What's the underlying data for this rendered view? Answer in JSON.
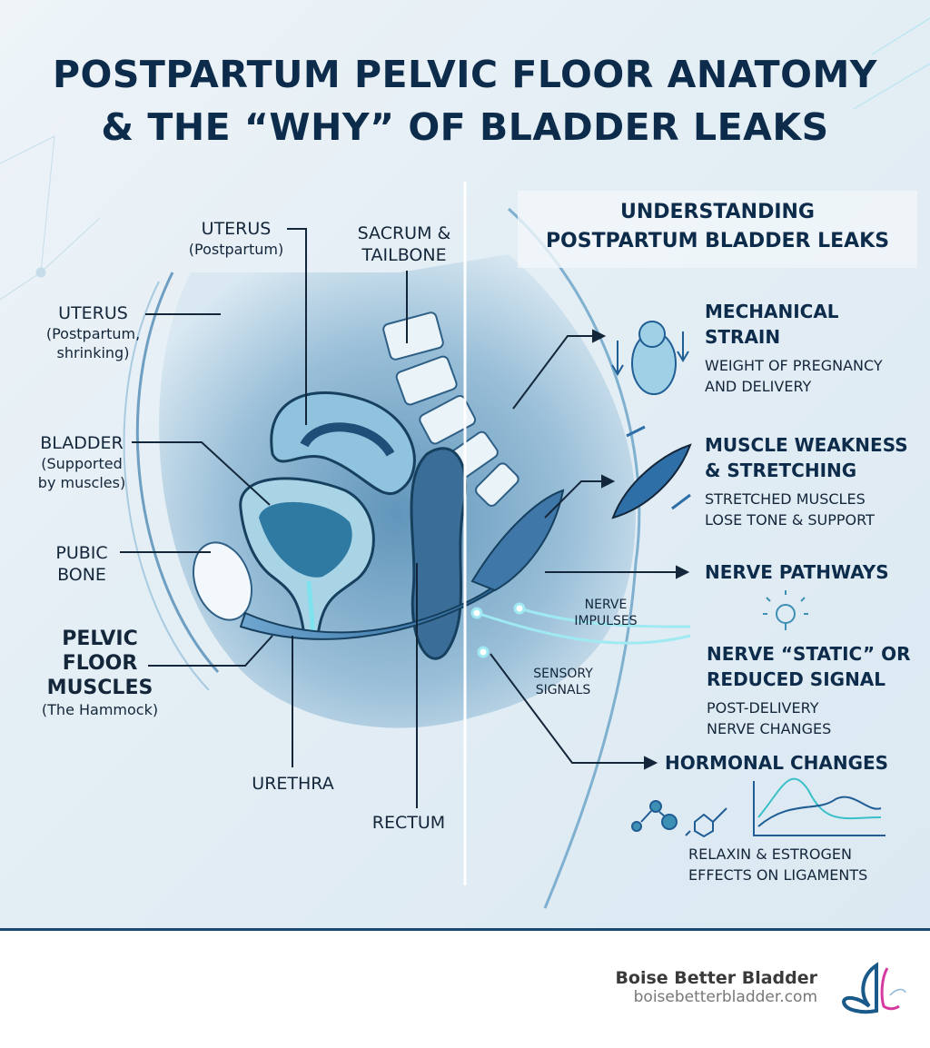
{
  "title": {
    "line1": "POSTPARTUM PELVIC FLOOR ANATOMY",
    "line2": "& THE “WHY” OF BLADDER LEAKS"
  },
  "anatomy_labels": {
    "uterus_top": {
      "name": "UTERUS",
      "note": "(Postpartum)"
    },
    "sacrum": {
      "line1": "SACRUM &",
      "line2": "TAILBONE"
    },
    "uterus_left": {
      "name": "UTERUS",
      "note1": "(Postpartum,",
      "note2": "shrinking)"
    },
    "bladder": {
      "name": "BLADDER",
      "note1": "(Supported",
      "note2": "by muscles)"
    },
    "pubic": {
      "line1": "PUBIC",
      "line2": "BONE"
    },
    "pelvic_floor": {
      "line1": "PELVIC",
      "line2": "FLOOR",
      "line3": "MUSCLES",
      "note": "(The Hammock)"
    },
    "urethra": "URETHRA",
    "rectum": "RECTUM",
    "nerve_impulses": {
      "line1": "NERVE",
      "line2": "IMPULSES"
    },
    "sensory_signals": {
      "line1": "SENSORY",
      "line2": "SIGNALS"
    }
  },
  "panel": {
    "heading1": "UNDERSTANDING",
    "heading2": "POSTPARTUM BLADDER LEAKS",
    "items": [
      {
        "icon": "fetus-icon",
        "title1": "MECHANICAL",
        "title2": "STRAIN",
        "desc1": "WEIGHT OF PREGNANCY",
        "desc2": "AND DELIVERY"
      },
      {
        "icon": "muscle-icon",
        "title1": "MUSCLE WEAKNESS",
        "title2": "& STRETCHING",
        "desc1": "STRETCHED MUSCLES",
        "desc2": "LOSE TONE & SUPPORT"
      },
      {
        "title1": "NERVE PATHWAYS"
      },
      {
        "icon": "lightbulb-icon",
        "title1": "NERVE “STATIC” OR",
        "title2": "REDUCED SIGNAL",
        "desc1": "POST-DELIVERY",
        "desc2": "NERVE CHANGES"
      },
      {
        "icon": "molecule-wave-icon",
        "title1": "HORMONAL CHANGES",
        "desc1": "RELAXIN & ESTROGEN",
        "desc2": "EFFECTS ON LIGAMENTS"
      }
    ]
  },
  "footer": {
    "brand": "Boise Better Bladder",
    "url": "boisebetterbladder.com",
    "logo": "butterfly-logo"
  },
  "colors": {
    "navy": "#0d2b4a",
    "muscle": "#2f6fa8",
    "glow": "#7fe3ef",
    "logo_blue": "#1a5a8a",
    "logo_pink": "#d63aa0"
  }
}
